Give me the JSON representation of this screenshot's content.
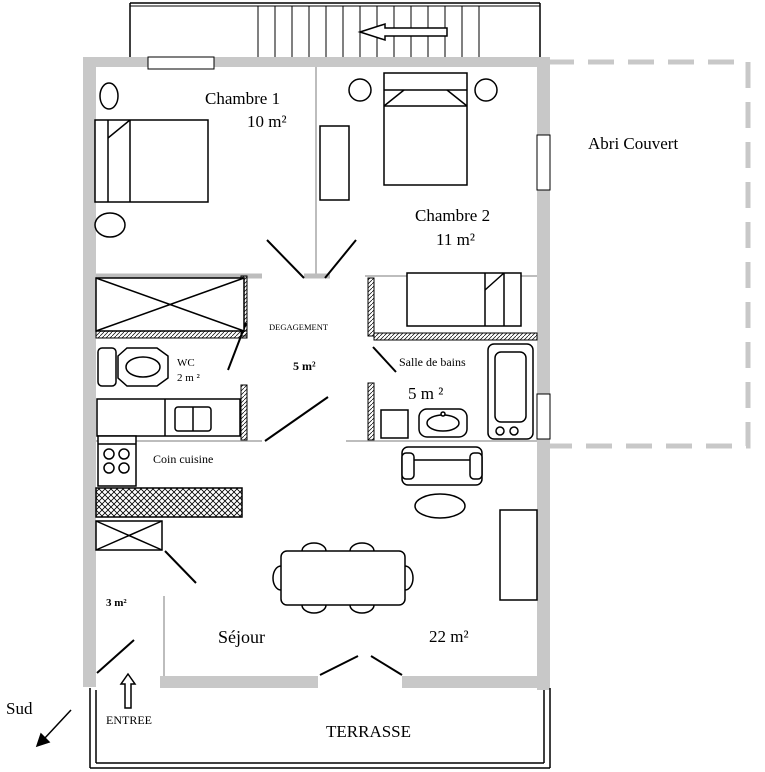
{
  "rooms": {
    "chambre1": {
      "name": "Chambre 1",
      "area": "10 m²"
    },
    "chambre2": {
      "name": "Chambre 2",
      "area": "11 m²"
    },
    "degagement": {
      "name": "DEGAGEMENT",
      "area": "5 m²"
    },
    "wc": {
      "name": "WC",
      "area": "2 m ²"
    },
    "salle_de_bains": {
      "name": "Salle de bains",
      "area": "5 m ²"
    },
    "coin_cuisine": {
      "name": "Coin cuisine"
    },
    "placard": {
      "area": "3 m²"
    },
    "sejour": {
      "name": "Séjour",
      "area": "22 m²"
    }
  },
  "outside": {
    "abri_couvert": "Abri Couvert",
    "terrasse": "TERRASSE",
    "entree": "ENTREE",
    "orientation": "Sud"
  },
  "colors": {
    "wall": "#c8c8c8",
    "line": "#000000",
    "hatch": "#000000"
  }
}
